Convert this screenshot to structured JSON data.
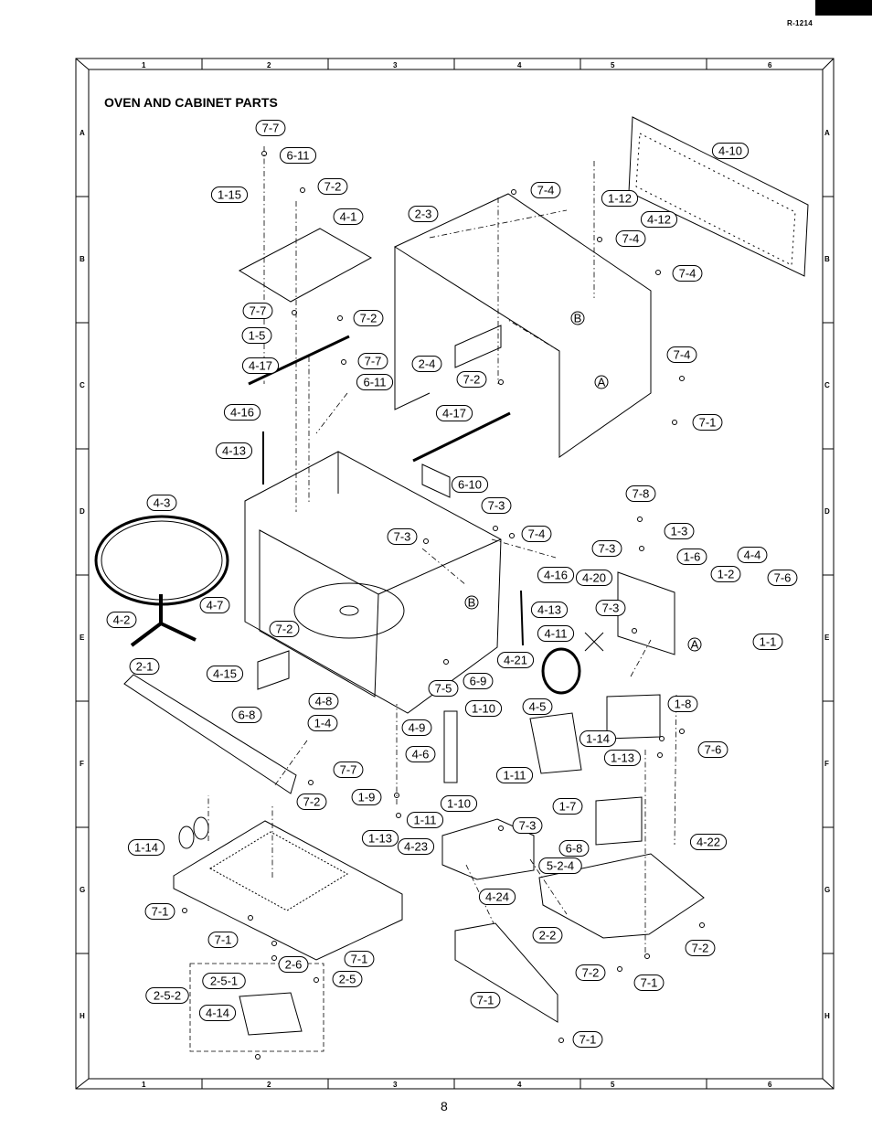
{
  "header": {
    "model": "R-1214"
  },
  "title": "OVEN AND CABINET PARTS",
  "page_number": "8",
  "grid": {
    "columns": [
      "1",
      "2",
      "3",
      "4",
      "5",
      "6"
    ],
    "rows": [
      "A",
      "B",
      "C",
      "D",
      "E",
      "F",
      "G",
      "H"
    ]
  },
  "labels": [
    "7-7",
    "6-11",
    "1-15",
    "7-2",
    "4-1",
    "7-7",
    "7-2",
    "1-5",
    "7-7",
    "4-17",
    "6-11",
    "4-16",
    "4-13",
    "2-3",
    "7-4",
    "1-12",
    "4-12",
    "7-4",
    "7-4",
    "4-10",
    "2-4",
    "7-2",
    "7-4",
    "7-1",
    "4-17",
    "6-10",
    "4-3",
    "4-2",
    "4-7",
    "7-2",
    "7-3",
    "7-3",
    "7-4",
    "4-16",
    "4-13",
    "4-11",
    "4-21",
    "7-5",
    "6-9",
    "7-8",
    "1-3",
    "7-3",
    "4-20",
    "1-6",
    "1-2",
    "4-4",
    "7-6",
    "1-1",
    "7-3",
    "2-1",
    "4-15",
    "4-8",
    "1-4",
    "6-8",
    "7-7",
    "4-9",
    "1-10",
    "4-6",
    "1-11",
    "1-10",
    "4-5",
    "1-14",
    "1-13",
    "1-8",
    "7-6",
    "7-2",
    "1-9",
    "1-11",
    "7-3",
    "1-7",
    "1-14",
    "1-13",
    "4-23",
    "6-8",
    "5-2-4",
    "4-22",
    "4-24",
    "7-1",
    "7-1",
    "2-2",
    "7-2",
    "7-1",
    "7-2",
    "2-6",
    "7-1",
    "2-5",
    "2-5-2",
    "2-5-1",
    "4-14",
    "7-1",
    "7-1"
  ],
  "markers": [
    "B",
    "A",
    "B",
    "A"
  ]
}
